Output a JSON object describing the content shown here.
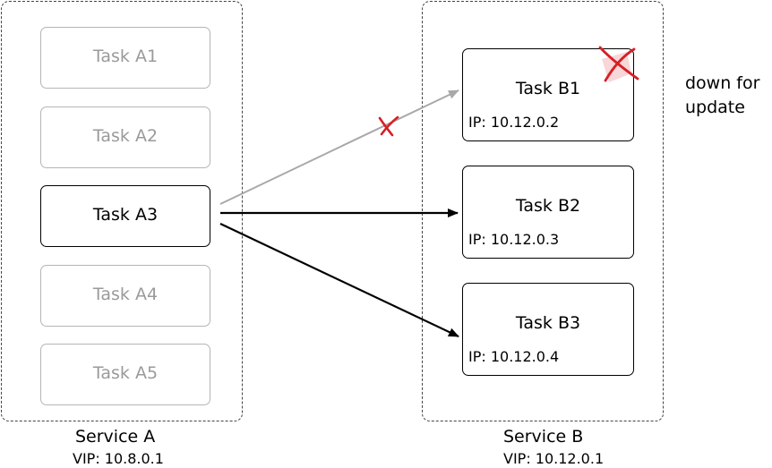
{
  "service_a": {
    "label": "Service A",
    "vip": "VIP: 10.8.0.1",
    "tasks": [
      {
        "name": "Task A1",
        "active": false
      },
      {
        "name": "Task A2",
        "active": false
      },
      {
        "name": "Task A3",
        "active": true
      },
      {
        "name": "Task A4",
        "active": false
      },
      {
        "name": "Task A5",
        "active": false
      }
    ]
  },
  "service_b": {
    "label": "Service B",
    "vip": "VIP: 10.12.0.1",
    "tasks": [
      {
        "name": "Task B1",
        "ip": "IP: 10.12.0.2",
        "status": "down"
      },
      {
        "name": "Task B2",
        "ip": "IP: 10.12.0.3",
        "status": "up"
      },
      {
        "name": "Task B3",
        "ip": "IP: 10.12.0.4",
        "status": "up"
      }
    ]
  },
  "note": "down for update",
  "connections": [
    {
      "from": "Task A3",
      "to": "Task B1",
      "state": "blocked"
    },
    {
      "from": "Task A3",
      "to": "Task B2",
      "state": "active"
    },
    {
      "from": "Task A3",
      "to": "Task B3",
      "state": "active"
    }
  ],
  "colors": {
    "active": "#000000",
    "inactive": "#9a9a9a",
    "blocked_arrow": "#a8a8a8",
    "error_mark": "#d61f26"
  }
}
